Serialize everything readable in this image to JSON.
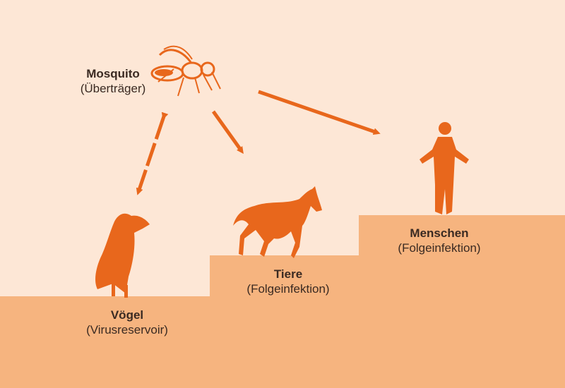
{
  "colors": {
    "background": "#fde7d6",
    "steps": "#f6b47f",
    "figures": "#e8671c",
    "text": "#3a2a22"
  },
  "mosquito": {
    "name": "Mosquito",
    "role": "(Überträger)",
    "icon": "mosquito-icon"
  },
  "birds": {
    "name": "Vögel",
    "role": "(Virusreservoir)",
    "icon": "bird-icon"
  },
  "animals": {
    "name": "Tiere",
    "role": "(Folgeinfektion)",
    "icon": "horse-icon"
  },
  "humans": {
    "name": "Menschen",
    "role": "(Folgeinfektion)",
    "icon": "human-icon"
  }
}
